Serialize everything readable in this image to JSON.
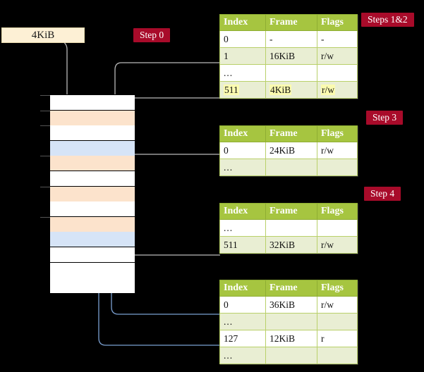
{
  "source_box": {
    "label": "4KiB"
  },
  "badges": [
    {
      "name": "badge-step-0",
      "label": "Step 0"
    },
    {
      "name": "badge-steps-1-2",
      "label": "Steps 1&2"
    },
    {
      "name": "badge-step-3",
      "label": "Step 3"
    },
    {
      "name": "badge-step-4",
      "label": "Step 4"
    }
  ],
  "columns": {
    "index": "Index",
    "frame": "Frame",
    "flags": "Flags"
  },
  "tables": [
    {
      "name": "page-table-level-0",
      "rows": [
        {
          "index": "0",
          "frame": "-",
          "flags": "-",
          "style": "plain",
          "highlight": false
        },
        {
          "index": "1",
          "frame": "16KiB",
          "flags": "r/w",
          "style": "alt",
          "highlight": false
        },
        {
          "index": "...",
          "frame": "",
          "flags": "",
          "style": "plain",
          "highlight": false
        },
        {
          "index": "511",
          "frame": "4KiB",
          "flags": "r/w",
          "style": "alt",
          "highlight": true
        }
      ]
    },
    {
      "name": "page-table-level-1",
      "rows": [
        {
          "index": "0",
          "frame": "24KiB",
          "flags": "r/w",
          "style": "plain",
          "highlight": false
        },
        {
          "index": "...",
          "frame": "",
          "flags": "",
          "style": "alt",
          "highlight": false
        }
      ]
    },
    {
      "name": "page-table-level-2",
      "rows": [
        {
          "index": "...",
          "frame": "",
          "flags": "",
          "style": "plain",
          "highlight": false
        },
        {
          "index": "511",
          "frame": "32KiB",
          "flags": "r/w",
          "style": "alt",
          "highlight": false
        }
      ]
    },
    {
      "name": "page-table-level-3",
      "rows": [
        {
          "index": "0",
          "frame": "36KiB",
          "flags": "r/w",
          "style": "plain",
          "highlight": false
        },
        {
          "index": "...",
          "frame": "",
          "flags": "",
          "style": "alt",
          "highlight": false
        },
        {
          "index": "127",
          "frame": "12KiB",
          "flags": "r",
          "style": "plain",
          "highlight": false
        },
        {
          "index": "...",
          "frame": "",
          "flags": "",
          "style": "alt",
          "highlight": false
        }
      ]
    }
  ],
  "memory_column": {
    "name": "physical-memory-column",
    "rows": [
      {
        "fill": "white",
        "tick": true
      },
      {
        "fill": "orange",
        "tick": true
      },
      {
        "fill": "white",
        "tick": true
      },
      {
        "fill": "blue",
        "tick": false
      },
      {
        "fill": "orange",
        "tick": true
      },
      {
        "fill": "white",
        "tick": false
      },
      {
        "fill": "orange",
        "tick": true
      },
      {
        "fill": "white",
        "tick": false
      },
      {
        "fill": "orange",
        "tick": true
      },
      {
        "fill": "blue",
        "tick": false
      },
      {
        "fill": "white",
        "tick": false
      },
      {
        "fill": "white",
        "tick": false
      },
      {
        "fill": "white",
        "tick": false
      }
    ]
  },
  "palette": {
    "background": "#000000",
    "table_header": "#a6c540",
    "table_alt_row": "#e9eed3",
    "badge": "#a80b2a",
    "source_box": "#fdf0d5",
    "memory_orange": "#fce3cc",
    "memory_blue": "#d6e4f7",
    "highlight": "#fbfbb0",
    "wire_gray": "#b3b3b3",
    "wire_blue": "#5b85bf"
  }
}
